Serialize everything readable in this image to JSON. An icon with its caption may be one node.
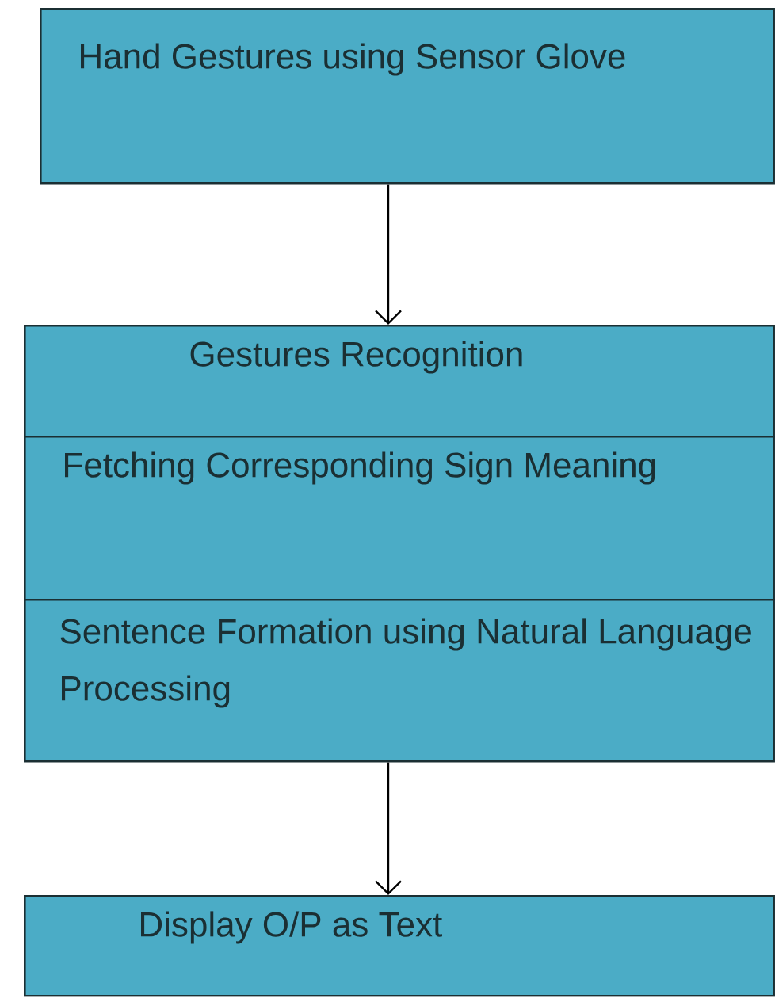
{
  "diagram": {
    "nodes": [
      {
        "text": [
          "Hand Gestures using Sensor Glove"
        ]
      },
      {
        "text": [
          "Gestures Recognition"
        ]
      },
      {
        "text": [
          "Fetching Corresponding Sign Meaning"
        ]
      },
      {
        "text": [
          "Sentence Formation using Natural Language Processing"
        ]
      },
      {
        "text": [
          "Display O/P as Text"
        ]
      }
    ],
    "edges": [
      {
        "from": 0,
        "to": 1,
        "arrow": "to"
      },
      {
        "from": 3,
        "to": 4,
        "arrow": "to"
      }
    ]
  }
}
